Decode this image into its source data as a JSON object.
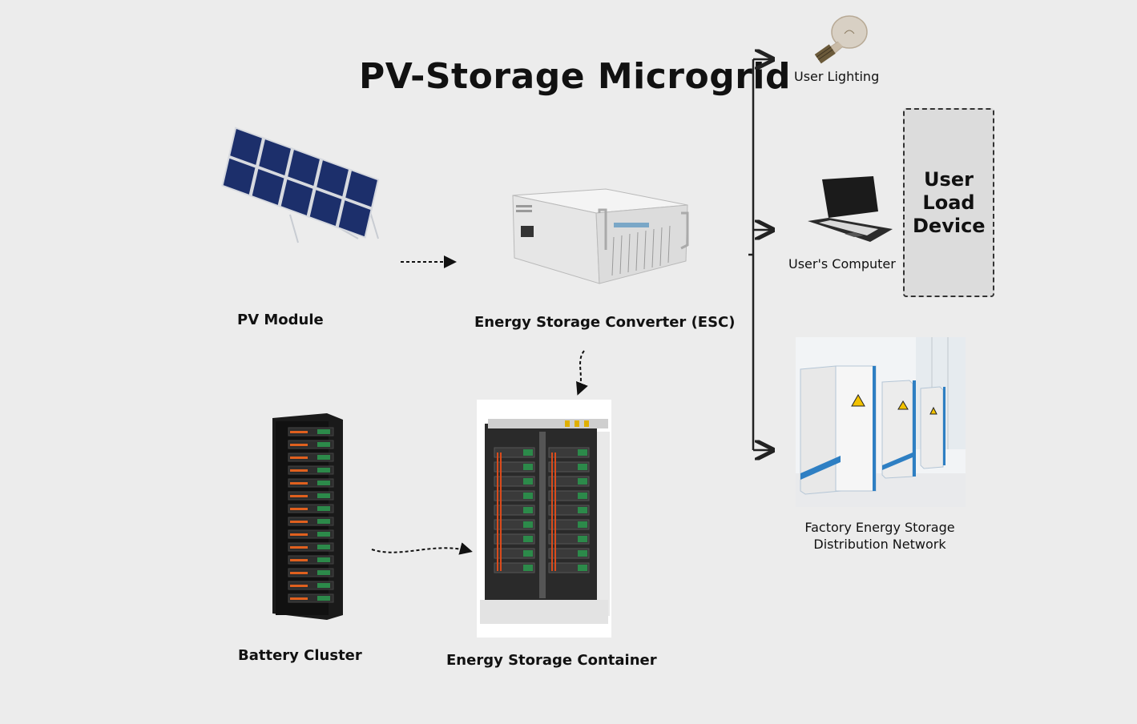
{
  "diagram": {
    "title": "PV-Storage Microgrid",
    "nodes": {
      "pv_module": "PV Module",
      "esc": "Energy Storage Converter (ESC)",
      "battery_cluster": "Battery Cluster",
      "container": "Energy Storage Container",
      "user_lighting": "User Lighting",
      "user_computer": "User's Computer",
      "user_load_device": "User Load Device",
      "factory_network_line1": "Factory Energy Storage",
      "factory_network_line2": "Distribution Network"
    },
    "edges": [
      {
        "from": "PV Module",
        "to": "Energy Storage Converter (ESC)",
        "style": "dashed"
      },
      {
        "from": "Energy Storage Converter (ESC)",
        "to": "Energy Storage Container",
        "style": "dashed"
      },
      {
        "from": "Battery Cluster",
        "to": "Energy Storage Container",
        "style": "dashed"
      },
      {
        "from": "Energy Storage Converter (ESC)",
        "to": "User Lighting",
        "style": "solid"
      },
      {
        "from": "Energy Storage Converter (ESC)",
        "to": "User's Computer",
        "style": "solid"
      },
      {
        "from": "Energy Storage Converter (ESC)",
        "to": "Factory Energy Storage Distribution Network",
        "style": "solid"
      }
    ],
    "colors": {
      "background": "#ececec",
      "line": "#222222",
      "panel": "#1f3a8a"
    }
  }
}
